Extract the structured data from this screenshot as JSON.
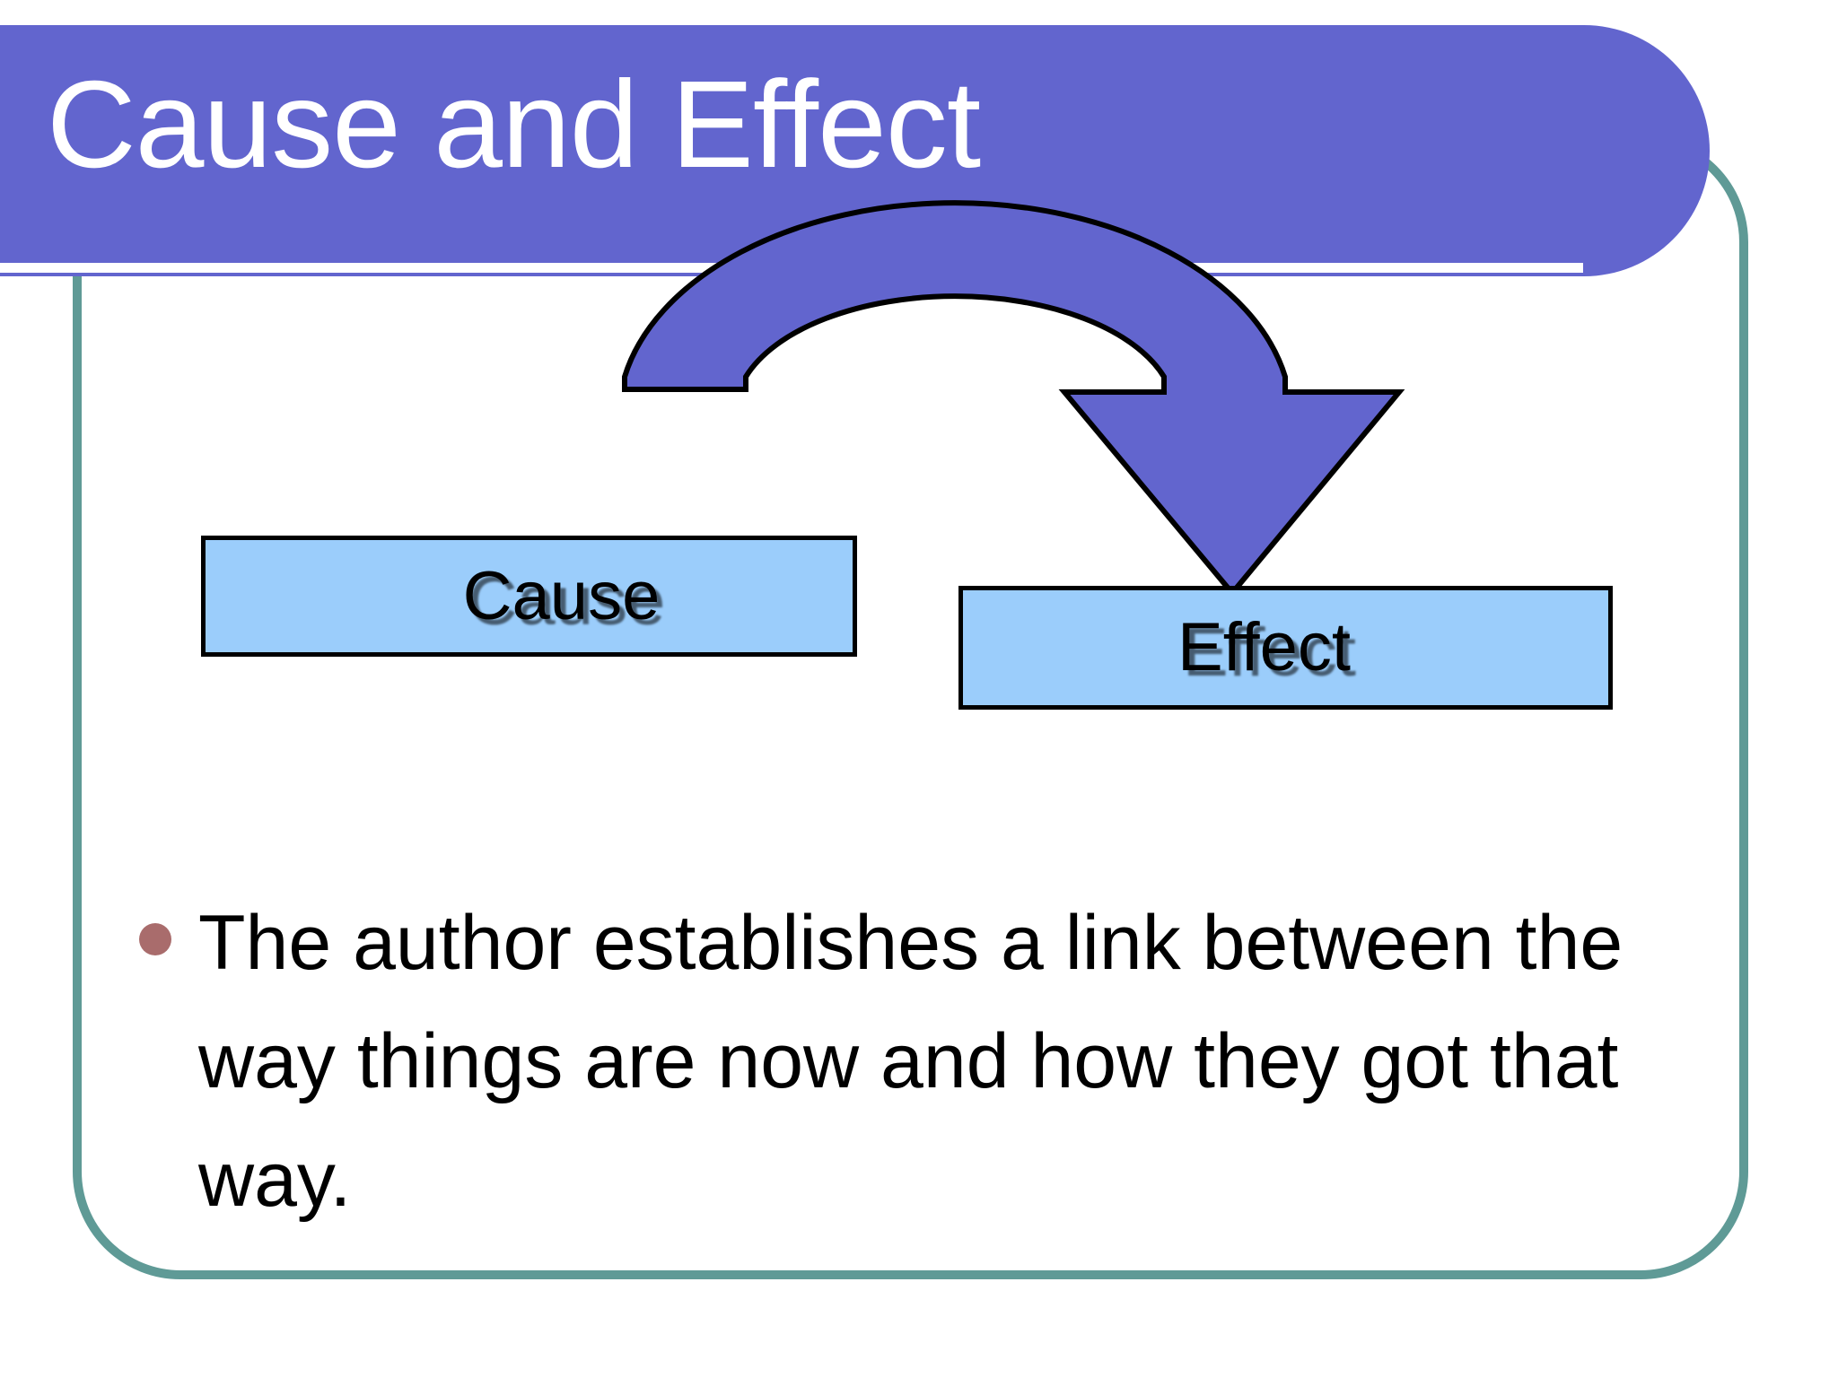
{
  "slide": {
    "title": "Cause and Effect",
    "background_color": "#ffffff",
    "banner_color": "#6265ce",
    "frame_color": "#5f9a96",
    "box_fill_color": "#9bcdfb",
    "box_border_color": "#000000",
    "arrow_color": "#6265ce",
    "bullet_color": "#a96c6c"
  },
  "diagram": {
    "type": "cause-effect-flow",
    "nodes": [
      {
        "id": "cause",
        "label": "Cause"
      },
      {
        "id": "effect",
        "label": "Effect"
      }
    ],
    "connector": {
      "name": "curved-down-arrow",
      "from": "cause",
      "to": "effect",
      "direction": "clockwise-arc-pointing-down"
    }
  },
  "body": {
    "bullets": [
      "The author establishes a link between the way things are now and how they got that way."
    ]
  }
}
